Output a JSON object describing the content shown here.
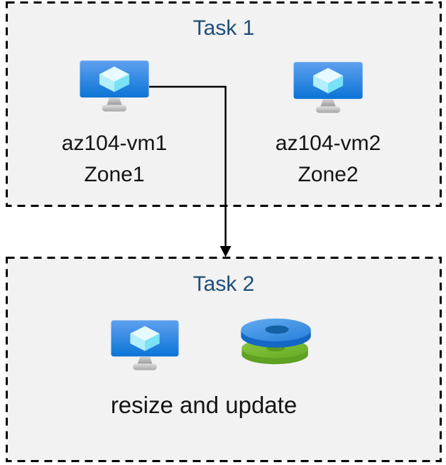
{
  "task1": {
    "title": "Task 1",
    "vms": [
      {
        "name": "az104-vm1",
        "zone": "Zone1",
        "icon": "virtual-machine-icon"
      },
      {
        "name": "az104-vm2",
        "zone": "Zone2",
        "icon": "virtual-machine-icon"
      }
    ]
  },
  "task2": {
    "title": "Task 2",
    "caption": "resize and update",
    "icons": [
      "virtual-machine-icon",
      "managed-disks-icon"
    ]
  },
  "connector": {
    "type": "elbow-arrow",
    "from": "az104-vm1",
    "to": "Task 2",
    "direction": "right-then-down"
  },
  "colors": {
    "page_background": "#FFFFFF",
    "box_fill": "#F2F2F2",
    "box_border": "#000000",
    "title_text": "#1F4E79",
    "label_text": "#141414",
    "arrow": "#000000",
    "vm_screen_top": "#5EA0EF",
    "vm_screen_bottom": "#0B74D6",
    "vm_cube_top": "#E6FAFF",
    "vm_cube_left": "#B2EEFB",
    "vm_cube_right": "#79E2F7",
    "vm_stand_gray": "#ADADAD",
    "disk_blue_top": "#3E93E2",
    "disk_blue_rim": "#1467C4",
    "disk_blue_hole": "#155FA4",
    "disk_green_top": "#77BD2F",
    "disk_green_rim": "#5FA122",
    "disk_green_hole": "#5C9A1F"
  }
}
